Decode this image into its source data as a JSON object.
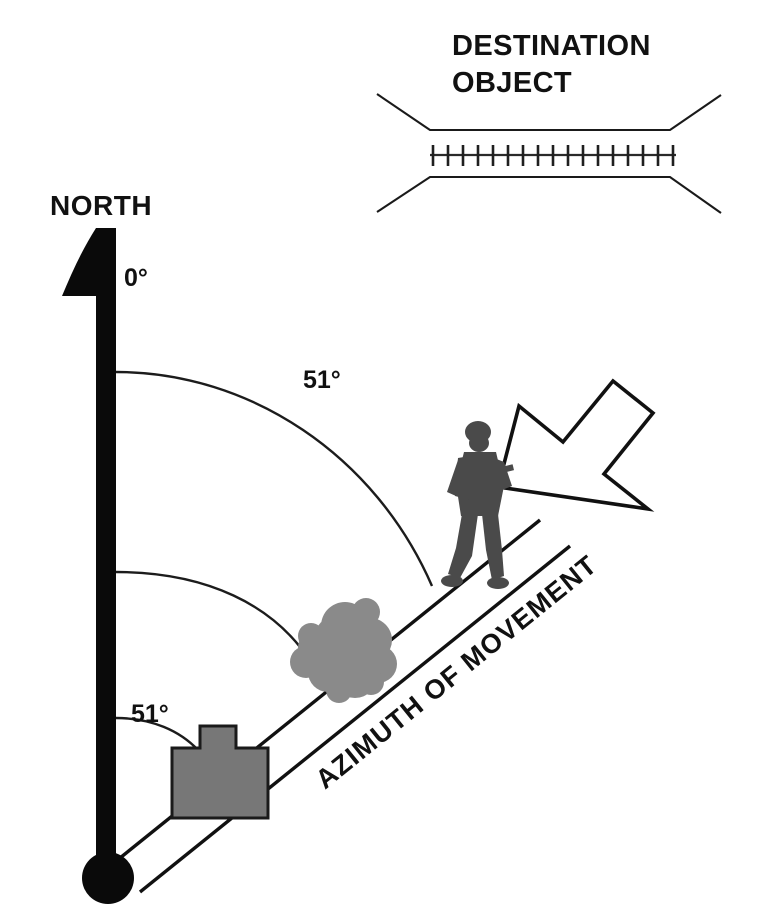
{
  "figure": {
    "title_top": {
      "line1": "DESTINATION",
      "line2": "OBJECT"
    },
    "north_label": "NORTH",
    "zero_degree_label": "0°",
    "upper_angle_label": "51°",
    "lower_angle_label": "51°",
    "azimuth_label": "AZIMUTH OF MOVEMENT"
  },
  "colors": {
    "ink": "#111111",
    "background": "#ffffff",
    "building_fill": "#777777",
    "foliage_fill": "#8a8a8a",
    "soldier_fill": "#555555",
    "arrow_fill": "#ffffff"
  },
  "chart_data": {
    "type": "diagram",
    "title": "Azimuth of Movement",
    "subject": "Land navigation azimuth measured clockwise from grid north",
    "reference_direction": "NORTH",
    "reference_bearing_deg": 0,
    "azimuth_bearing_deg": 51,
    "angle_unit": "degrees",
    "annotations": [
      {
        "label": "NORTH",
        "role": "reference-direction-label"
      },
      {
        "label": "0°",
        "role": "reference-bearing-value"
      },
      {
        "label": "51°",
        "role": "azimuth-angle-upper"
      },
      {
        "label": "51°",
        "role": "azimuth-angle-lower"
      },
      {
        "label": "AZIMUTH OF MOVEMENT",
        "role": "direction-of-travel-label"
      },
      {
        "label": "DESTINATION OBJECT",
        "role": "target-feature-label"
      }
    ],
    "map_features": [
      {
        "name": "origin-point",
        "symbol": "filled-circle",
        "meaning": "observer start position"
      },
      {
        "name": "building",
        "symbol": "gray-building-block",
        "meaning": "structure along route"
      },
      {
        "name": "vegetation",
        "symbol": "gray-foliage-cluster",
        "meaning": "tree or brush along route"
      },
      {
        "name": "soldier",
        "symbol": "human-figure",
        "meaning": "person moving along azimuth"
      },
      {
        "name": "destination-object",
        "symbol": "hatched-linear-feature",
        "meaning": "target feature such as a railway or boundary"
      }
    ],
    "destination_object_tick_count": 17
  }
}
